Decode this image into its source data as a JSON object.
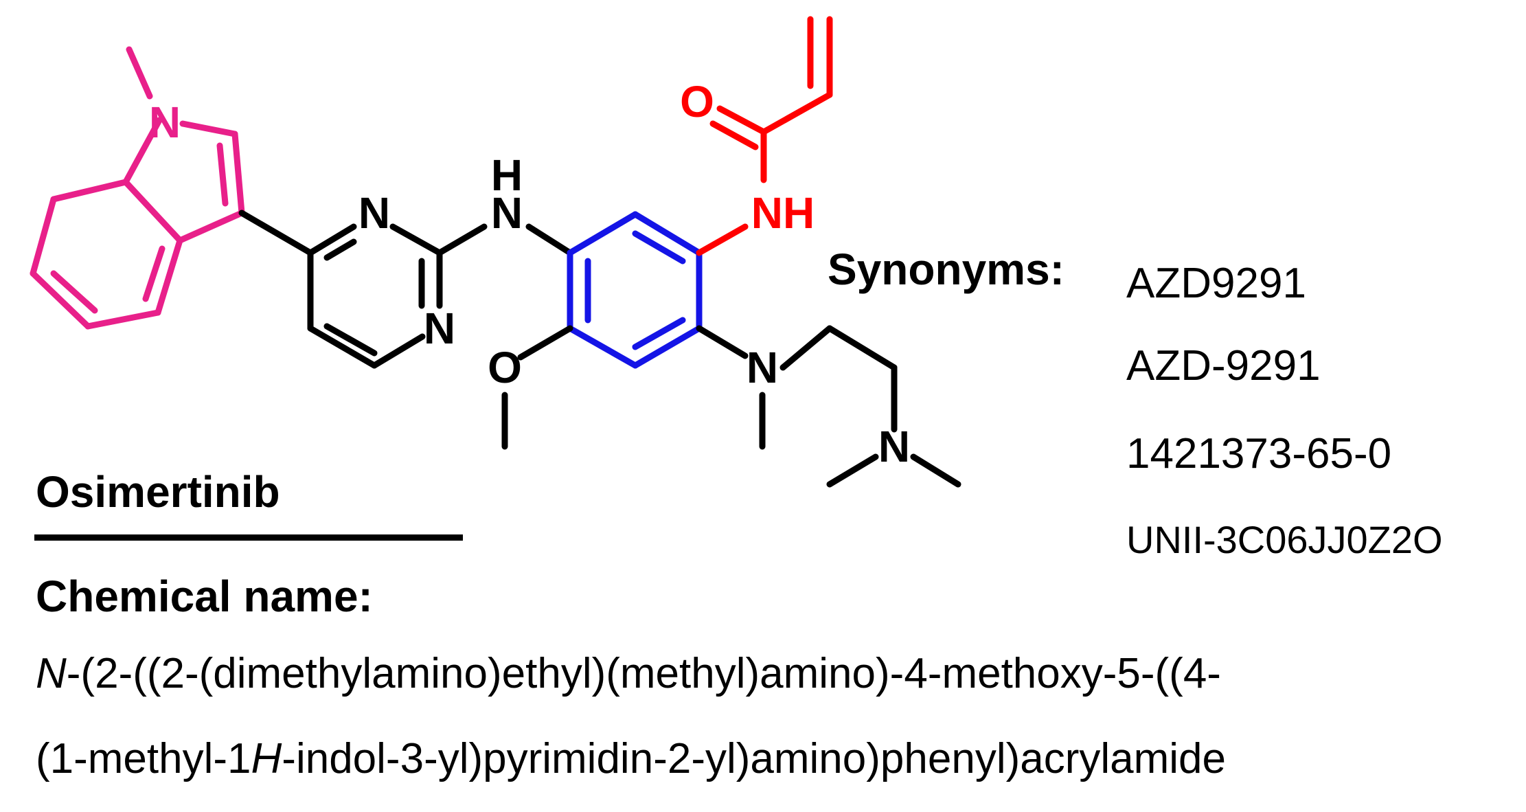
{
  "compound_name": "Osimertinib",
  "synonyms_label": "Synonyms:",
  "synonyms": [
    "AZD9291",
    "AZD-9291",
    "1421373-65-0",
    "UNII-3C06JJ0Z2O"
  ],
  "chemical_name_label": "Chemical name:",
  "chemical_name": {
    "line1": {
      "italic_prefix": "N",
      "rest": "-(2-((2-(dimethylamino)ethyl)(methyl)amino)-4-methoxy-5-((4-"
    },
    "line2": {
      "pre": "(1-methyl-1",
      "italic": "H",
      "post": "-indol-3-yl)pyrimidin-2-yl)amino)phenyl)acrylamide"
    }
  },
  "atom_labels": {
    "indole_n": "N",
    "pyrimidine_n1": "N",
    "pyrimidine_n2": "N",
    "amine_h": "H",
    "amine_n": "N",
    "amide_nh": "NH",
    "carbonyl_o": "O",
    "methoxy_o": "O",
    "tertiary_n": "N",
    "dimethyl_n": "N"
  },
  "colors": {
    "indole": "#e8208a",
    "phenyl": "#1414e6",
    "acrylamide": "#ff0000",
    "default": "#000000"
  }
}
